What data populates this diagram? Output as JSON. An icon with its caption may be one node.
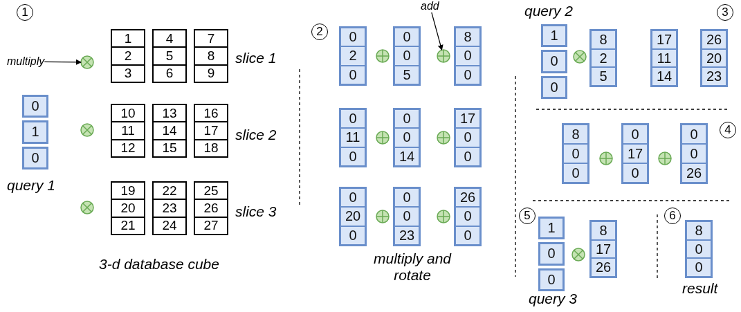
{
  "diagram": {
    "nodes": [
      {
        "text": [
          "multiply"
        ]
      },
      {
        "text": [],
        "shape": "circle"
      },
      {
        "text": [
          "0",
          "1",
          "0"
        ],
        "beside": [
          "query 1"
        ]
      },
      {
        "text": [
          "1",
          "2",
          "3"
        ]
      },
      {
        "text": [
          "4",
          "5",
          "6"
        ]
      },
      {
        "text": [
          "7",
          "8",
          "9"
        ]
      },
      {
        "text": [
          "10",
          "11",
          "12"
        ]
      },
      {
        "text": [
          "13",
          "14",
          "15"
        ]
      },
      {
        "text": [
          "16",
          "17",
          "18"
        ]
      },
      {
        "text": [
          "19",
          "20",
          "21"
        ]
      },
      {
        "text": [
          "22",
          "23",
          "24"
        ]
      },
      {
        "text": [
          "25",
          "26",
          "27"
        ]
      },
      {
        "text": [
          "0",
          "2",
          "0"
        ]
      },
      {
        "text": [
          "0",
          "0",
          "5"
        ]
      },
      {
        "text": [
          "add"
        ]
      },
      {
        "text": [],
        "shape": "circle"
      },
      {
        "text": [
          "8",
          "0",
          "0"
        ]
      },
      {
        "text": [
          "0",
          "11",
          "0"
        ]
      },
      {
        "text": [
          "0",
          "0",
          "14"
        ]
      },
      {
        "text": [
          "17",
          "0",
          "0"
        ]
      },
      {
        "text": [
          "0",
          "20",
          "0"
        ]
      },
      {
        "text": [
          "0",
          "0",
          "23"
        ]
      },
      {
        "text": [
          "26",
          "0",
          "0"
        ]
      },
      {
        "text": [
          "1",
          "0",
          "0"
        ],
        "beside": [
          "query 2"
        ]
      },
      {
        "text": [
          "8",
          "2",
          "5"
        ]
      },
      {
        "text": [
          "17",
          "11",
          "14"
        ]
      },
      {
        "text": [
          "26",
          "20",
          "23"
        ]
      },
      {
        "text": [
          "8",
          "0",
          "0"
        ]
      },
      {
        "text": [
          "0",
          "17",
          "0"
        ]
      },
      {
        "text": [
          "0",
          "0",
          "26"
        ]
      },
      {
        "text": [
          "1",
          "0",
          "0"
        ],
        "beside": [
          "query 3"
        ]
      },
      {
        "text": [
          "8",
          "17",
          "26"
        ]
      },
      {
        "text": [
          "8",
          "0",
          "0"
        ],
        "beside": [
          "result"
        ]
      }
    ],
    "edges": [
      {
        "from": 0,
        "to": 1,
        "arrow": "to"
      },
      {
        "from": 14,
        "to": 15,
        "arrow": "to"
      }
    ],
    "labels": [
      "1",
      "slice 1",
      "slice 2",
      "slice 3",
      "3-d database cube",
      "2",
      "multiply and rotate",
      "3",
      "4",
      "5",
      "6"
    ]
  }
}
